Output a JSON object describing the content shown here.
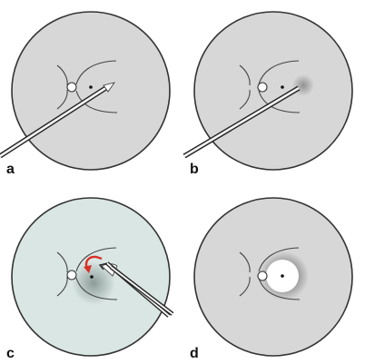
{
  "figure": {
    "panels": [
      {
        "label": "a",
        "disc_fill": "#d7d7d7"
      },
      {
        "label": "b",
        "disc_fill": "#d7d7d7"
      },
      {
        "label": "c",
        "disc_fill": "#d9e6e4"
      },
      {
        "label": "d",
        "disc_fill": "#d7d7d7"
      }
    ]
  },
  "colors": {
    "outline": "#333333",
    "arrow": "#d83027",
    "lesion_shade": "#8a8a8a",
    "cleared_zone": "#ffffff"
  }
}
